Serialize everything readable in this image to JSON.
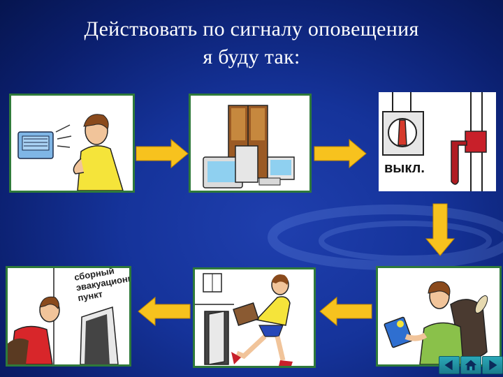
{
  "title": {
    "line1": "Действовать по сигналу оповещения",
    "line2": "я буду так:"
  },
  "panels": [
    {
      "id": "ac",
      "icon": "person-air-conditioner-icon"
    },
    {
      "id": "devices",
      "icon": "cabinet-tv-computer-icon"
    },
    {
      "id": "switch",
      "icon": "power-switch-off-icon",
      "label": "выкл."
    },
    {
      "id": "docs",
      "icon": "person-documents-backpack-icon"
    },
    {
      "id": "leave",
      "icon": "person-running-out-door-icon"
    },
    {
      "id": "assembly",
      "icon": "person-assembly-point-icon",
      "sign": [
        "сборный",
        "эвакуационный",
        "пункт"
      ]
    }
  ],
  "nav": {
    "prev": "nav-prev-icon",
    "home": "nav-home-icon",
    "next": "nav-next-icon"
  },
  "colors": {
    "arrow": "#f7c21e",
    "frame": "#2f7a3a",
    "background": "#15339a",
    "nav": "#1f96a6"
  }
}
